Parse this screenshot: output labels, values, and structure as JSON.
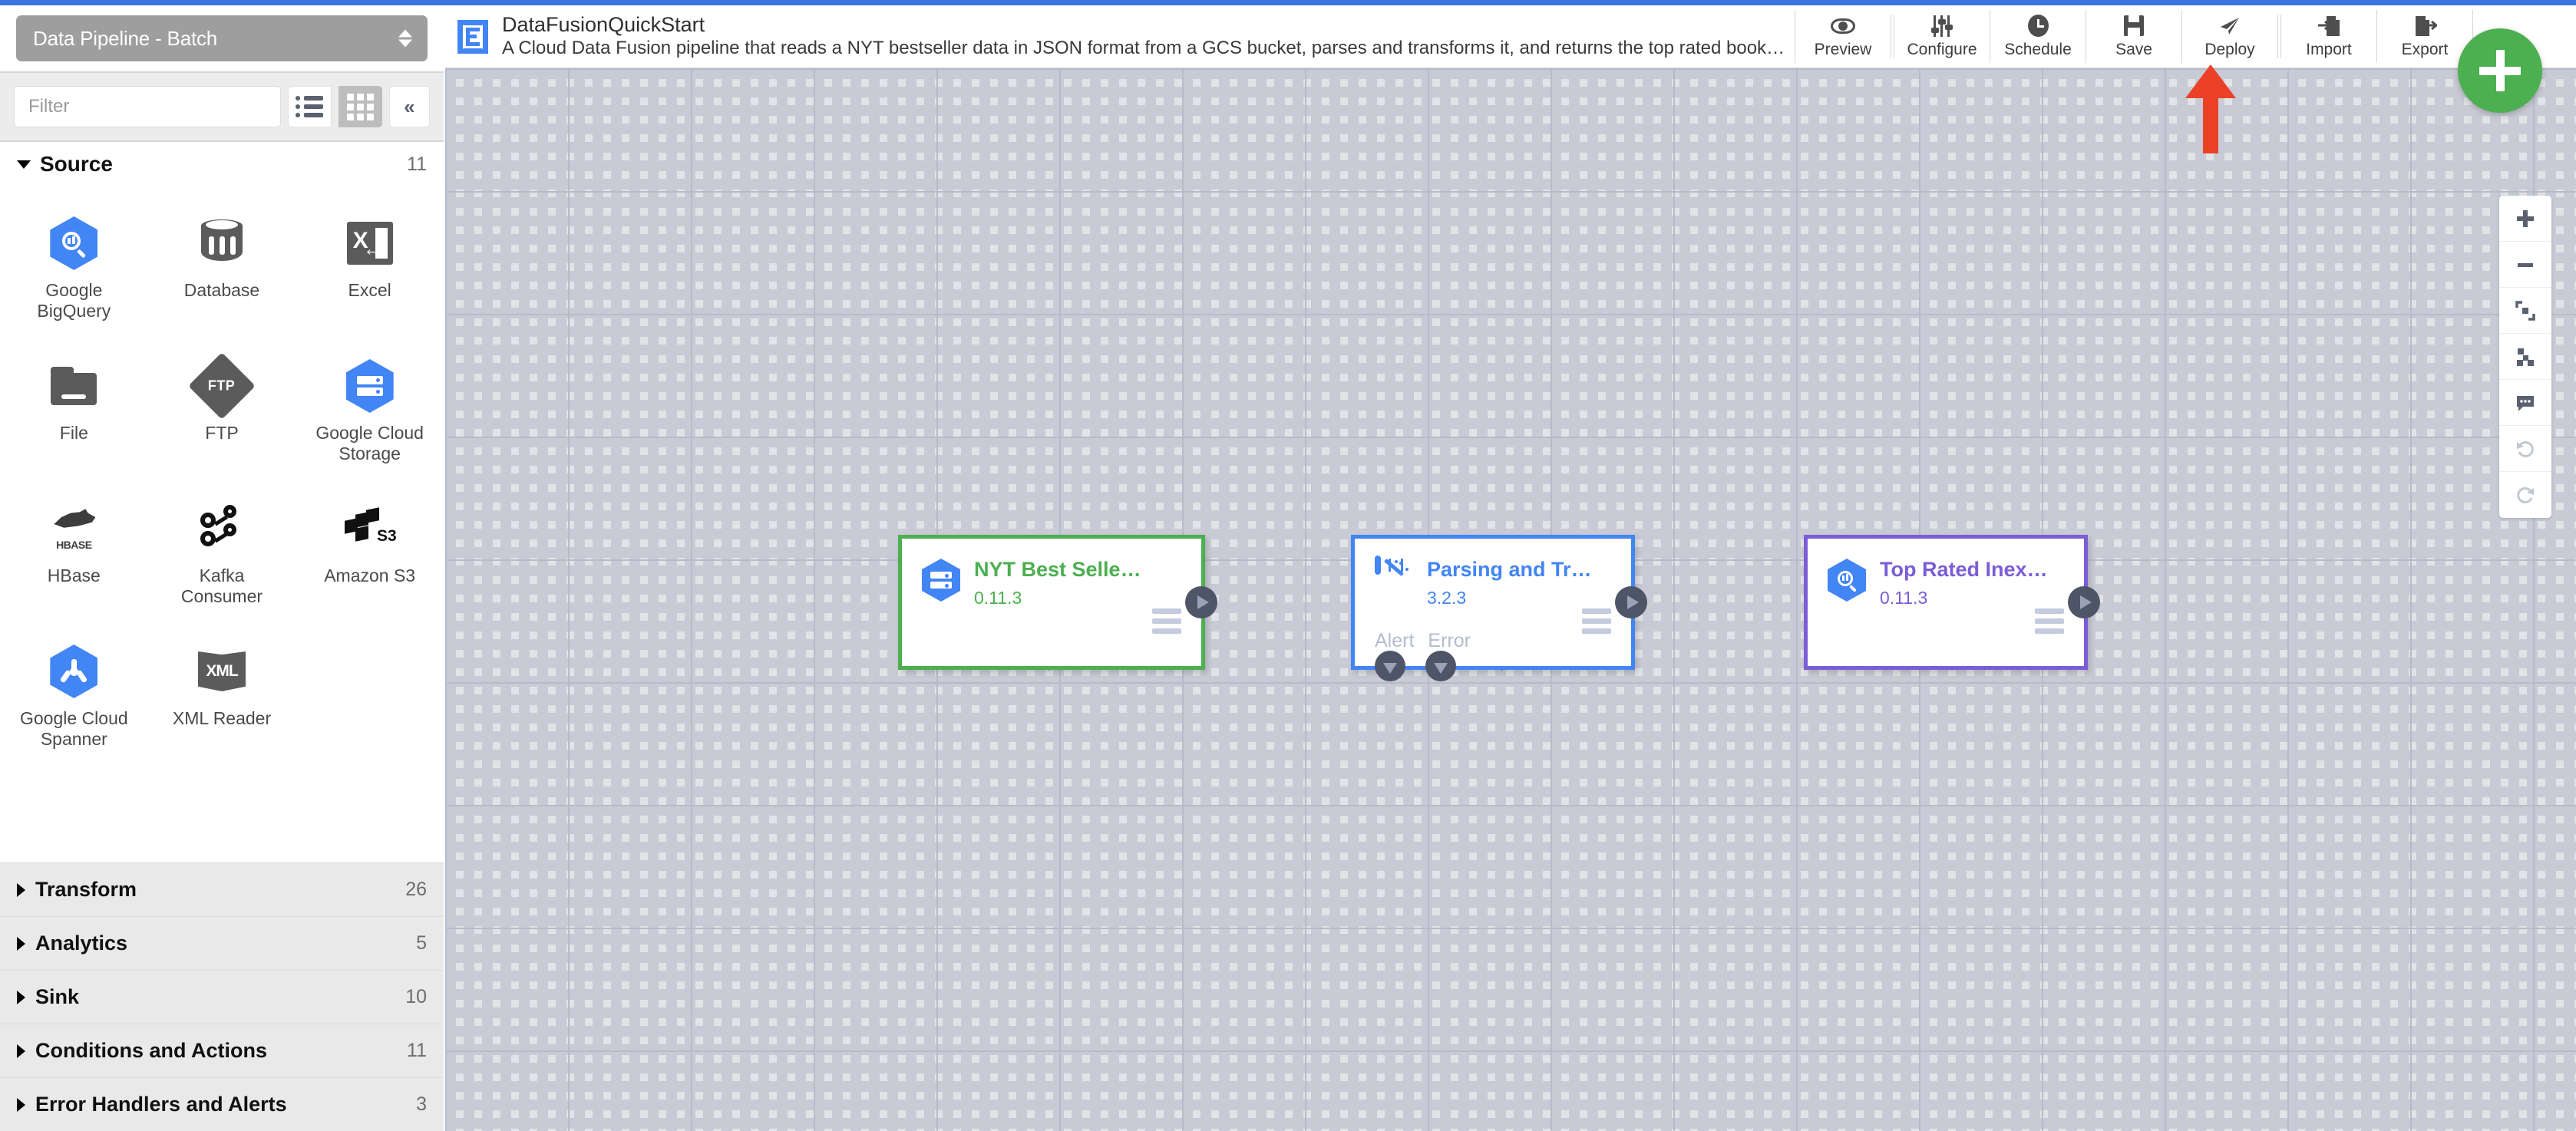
{
  "app": {
    "pipeline_type": "Data Pipeline - Batch"
  },
  "sidebar": {
    "filter_placeholder": "Filter",
    "filter_value": "",
    "view_list_icon": "list-view-icon",
    "view_grid_icon": "grid-view-icon",
    "collapse_icon": "«",
    "source": {
      "label": "Source",
      "count": "11",
      "expanded": true,
      "plugins": [
        {
          "label": "Google BigQuery",
          "icon": "google-bigquery-icon"
        },
        {
          "label": "Database",
          "icon": "database-icon"
        },
        {
          "label": "Excel",
          "icon": "excel-icon"
        },
        {
          "label": "File",
          "icon": "file-folder-icon"
        },
        {
          "label": "FTP",
          "icon": "ftp-icon"
        },
        {
          "label": "Google Cloud Storage",
          "icon": "google-cloud-storage-icon"
        },
        {
          "label": "HBase",
          "icon": "hbase-icon"
        },
        {
          "label": "Kafka Consumer",
          "icon": "kafka-icon"
        },
        {
          "label": "Amazon S3",
          "icon": "amazon-s3-icon"
        },
        {
          "label": "Google Cloud Spanner",
          "icon": "google-cloud-spanner-icon"
        },
        {
          "label": "XML Reader",
          "icon": "xml-icon"
        }
      ]
    },
    "categories": [
      {
        "label": "Transform",
        "count": "26"
      },
      {
        "label": "Analytics",
        "count": "5"
      },
      {
        "label": "Sink",
        "count": "10"
      },
      {
        "label": "Conditions and Actions",
        "count": "11"
      },
      {
        "label": "Error Handlers and Alerts",
        "count": "3"
      }
    ]
  },
  "header": {
    "logo_icon": "cdap-pipeline-logo-icon",
    "pipeline_name": "DataFusionQuickStart",
    "pipeline_description": "A Cloud Data Fusion pipeline that reads a NYT bestseller data in JSON format from a GCS bucket, parses and transforms it, and returns the top rated book…",
    "toolbar": [
      {
        "label": "Preview",
        "icon": "eye-icon"
      },
      {
        "label": "Configure",
        "icon": "sliders-icon"
      },
      {
        "label": "Schedule",
        "icon": "clock-icon"
      },
      {
        "label": "Save",
        "icon": "floppy-disk-icon"
      },
      {
        "label": "Deploy",
        "icon": "send-paper-plane-icon"
      },
      {
        "label": "Import",
        "icon": "import-document-icon"
      },
      {
        "label": "Export",
        "icon": "export-document-icon"
      }
    ],
    "fab_label": "+",
    "fab_icon": "add-plugin-icon",
    "fab_color": "#4caf50"
  },
  "annotation": {
    "arrow_color": "#ea4127",
    "points_to": "Deploy"
  },
  "canvas_tools": [
    {
      "name": "zoom-in",
      "icon": "plus-icon",
      "disabled": false
    },
    {
      "name": "zoom-out",
      "icon": "minus-icon",
      "disabled": false
    },
    {
      "name": "fit-to-screen",
      "icon": "fit-screen-icon",
      "disabled": false
    },
    {
      "name": "align-nodes",
      "icon": "align-nodes-icon",
      "disabled": false
    },
    {
      "name": "comments",
      "icon": "comment-bubble-icon",
      "disabled": false
    },
    {
      "name": "undo",
      "icon": "undo-icon",
      "disabled": true
    },
    {
      "name": "redo",
      "icon": "redo-icon",
      "disabled": true
    }
  ],
  "pipeline": {
    "nodes": [
      {
        "title": "NYT Best Selle…",
        "version": "0.11.3",
        "accent": "#4caf50",
        "icon": "google-cloud-storage-icon",
        "error_ports": []
      },
      {
        "title": "Parsing and Tr…",
        "version": "3.2.3",
        "accent": "#4285f4",
        "icon": "wrangler-icon",
        "error_ports": [
          "Alert",
          "Error"
        ]
      },
      {
        "title": "Top Rated Inex…",
        "version": "0.11.3",
        "accent": "#7b5dd6",
        "icon": "google-bigquery-icon",
        "error_ports": []
      }
    ],
    "connections": [
      {
        "from": "NYT Best Selle…",
        "to": "Parsing and Tr…"
      },
      {
        "from": "Parsing and Tr…",
        "to": "Top Rated Inex…"
      }
    ]
  }
}
